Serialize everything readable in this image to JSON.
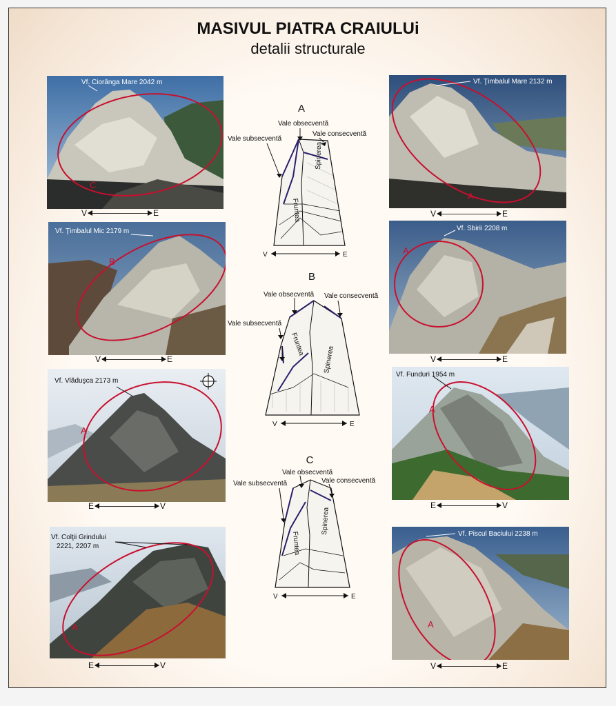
{
  "title": "MASIVUL PIATRA CRAIULUi",
  "subtitle": "detalii structurale",
  "colors": {
    "ellipse": "#c8102e",
    "valley_line": "#2b1f6b",
    "sky": "#5a86b5"
  },
  "photos": [
    {
      "label": "Vf. Ciorânga Mare 2042 m",
      "letter": "C",
      "dir_left": "V",
      "dir_right": "E"
    },
    {
      "label": "Vf. Ţimbalul Mic 2179 m",
      "letter": "B",
      "dir_left": "V",
      "dir_right": "E"
    },
    {
      "label": "Vf. Vlăduşca 2173 m",
      "letter": "A",
      "dir_left": "E",
      "dir_right": "V",
      "compass": "compass-icon"
    },
    {
      "label": "Vf. Colţii Grindului",
      "label2": "2221, 2207 m",
      "letter": "A",
      "dir_left": "E",
      "dir_right": "V"
    },
    {
      "label": "Vf. Ţimbalul Mare 2132 m",
      "letter": "A",
      "dir_left": "V",
      "dir_right": "E"
    },
    {
      "label": "Vf. Sbirii 2208 m",
      "letter": "A",
      "dir_left": "V",
      "dir_right": "E"
    },
    {
      "label": "Vf. Funduri 1954 m",
      "letter": "A",
      "dir_left": "E",
      "dir_right": "V"
    },
    {
      "label": "Vf. Piscul Baciului 2238 m",
      "letter": "A",
      "dir_left": "V",
      "dir_right": "E"
    }
  ],
  "diagrams": [
    {
      "letter": "A",
      "obsecventa": "Vale obsecventă",
      "subsecventa": "Vale subsecventă",
      "consecventa": "Vale consecventă",
      "fruntea": "Fruntea",
      "spinarea": "Spinerea",
      "dir_left": "V",
      "dir_right": "E"
    },
    {
      "letter": "B",
      "obsecventa": "Vale obsecventă",
      "subsecventa": "Vale subsecventă",
      "consecventa": "Vale consecventă",
      "fruntea": "Fruntea",
      "spinarea": "Spinerea",
      "dir_left": "V",
      "dir_right": "E"
    },
    {
      "letter": "C",
      "obsecventa": "Vale obsecventă",
      "subsecventa": "Vale subsecventă",
      "consecventa": "Vale consecventă",
      "fruntea": "Fruntea",
      "spinarea": "Spinerea",
      "dir_left": "V",
      "dir_right": "E"
    }
  ]
}
